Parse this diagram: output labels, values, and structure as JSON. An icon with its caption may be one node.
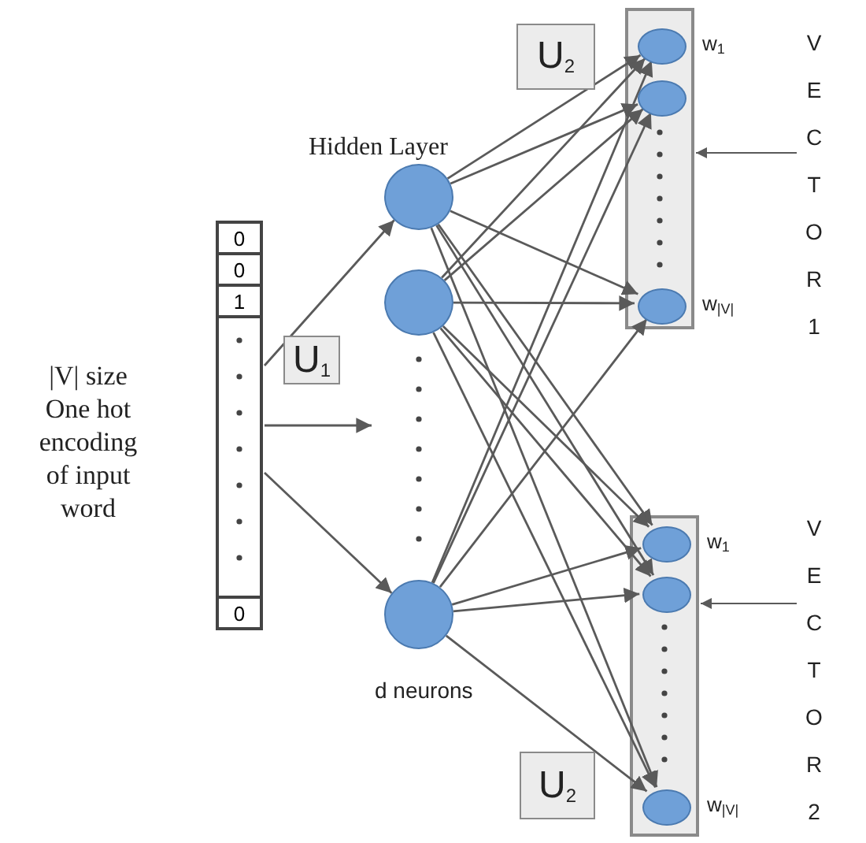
{
  "diagram": {
    "nodes": [
      {
        "text": [
          "0",
          "0",
          "1",
          "0"
        ],
        "beside": [
          "|V| size One hot encoding of input word"
        ]
      },
      {
        "text": [],
        "shape": "circle",
        "beside": [
          "Hidden Layer"
        ]
      },
      {
        "text": [],
        "shape": "circle"
      },
      {
        "text": [],
        "shape": "circle",
        "beside": [
          "d neurons"
        ]
      },
      {
        "text": [],
        "shape": "box"
      },
      {
        "text": [],
        "shape": "circle",
        "in": 4,
        "beside": [
          "w$_{1}$"
        ]
      },
      {
        "text": [],
        "shape": "circle",
        "in": 4
      },
      {
        "text": [],
        "shape": "circle",
        "in": 4,
        "beside": [
          "w$_{|V|}$"
        ]
      },
      {
        "text": [],
        "shape": "box"
      },
      {
        "text": [],
        "shape": "circle",
        "in": 8,
        "beside": [
          "w$_{1}$"
        ]
      },
      {
        "text": [],
        "shape": "circle",
        "in": 8
      },
      {
        "text": [],
        "shape": "circle",
        "in": 8,
        "beside": [
          "w$_{|V|}$"
        ]
      },
      {
        "text": [
          "U$_{1}$"
        ]
      },
      {
        "text": [
          "U$_{2}$"
        ]
      },
      {
        "text": [
          "U$_{2}$"
        ]
      },
      {
        "text": [
          "VECTOR 1"
        ]
      },
      {
        "text": [
          "VECTOR 2"
        ]
      }
    ],
    "edges": [
      {
        "from": 0,
        "to": 1,
        "arrow": "to"
      },
      {
        "from": 0,
        "to": null,
        "arrow": "to"
      },
      {
        "from": 0,
        "to": 3,
        "arrow": "to"
      },
      {
        "from": 1,
        "to": 5,
        "arrow": "to"
      },
      {
        "from": 1,
        "to": 6,
        "arrow": "to"
      },
      {
        "from": 1,
        "to": 7,
        "arrow": "to"
      },
      {
        "from": 1,
        "to": 9,
        "arrow": "to"
      },
      {
        "from": 1,
        "to": 10,
        "arrow": "to"
      },
      {
        "from": 1,
        "to": 11,
        "arrow": "to"
      },
      {
        "from": 2,
        "to": 5,
        "arrow": "to"
      },
      {
        "from": 2,
        "to": 6,
        "arrow": "to"
      },
      {
        "from": 2,
        "to": 7,
        "arrow": "to"
      },
      {
        "from": 2,
        "to": 9,
        "arrow": "to"
      },
      {
        "from": 2,
        "to": 10,
        "arrow": "to"
      },
      {
        "from": 2,
        "to": 11,
        "arrow": "to"
      },
      {
        "from": 3,
        "to": 5,
        "arrow": "to"
      },
      {
        "from": 3,
        "to": 6,
        "arrow": "to"
      },
      {
        "from": 3,
        "to": 7,
        "arrow": "to"
      },
      {
        "from": 3,
        "to": 9,
        "arrow": "to"
      },
      {
        "from": 3,
        "to": 10,
        "arrow": "to"
      },
      {
        "from": 3,
        "to": 11,
        "arrow": "to"
      },
      {
        "from": 15,
        "to": 4,
        "arrow": "to"
      },
      {
        "from": 16,
        "to": 8,
        "arrow": "to"
      }
    ]
  }
}
